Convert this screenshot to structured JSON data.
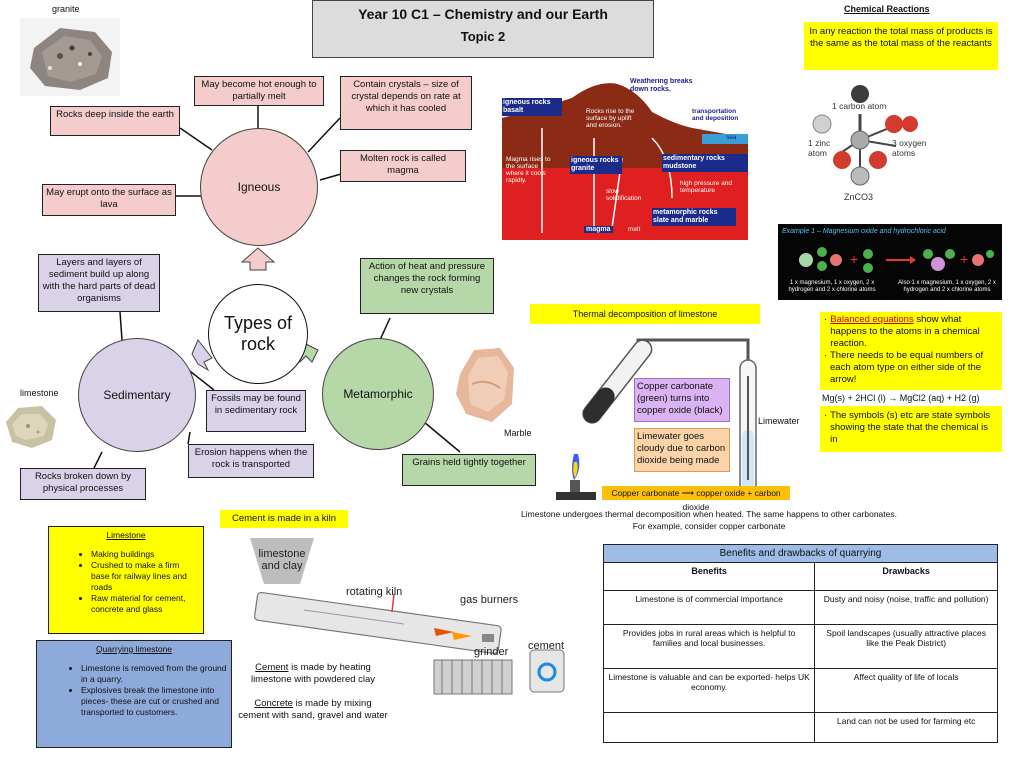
{
  "title": {
    "line1": "Year 10  C1 – Chemistry and our Earth",
    "line2": "Topic 2"
  },
  "granite_label": "granite",
  "limestone_label": "limestone",
  "marble_label": "Marble",
  "center_label": "Types of rock",
  "igneous": {
    "label": "Igneous",
    "facts": [
      "Rocks deep inside the earth",
      "May become hot enough to partially melt",
      "Contain crystals – size of crystal depends on rate at which it has cooled",
      "Molten rock is called magma",
      "May erupt onto the surface as lava"
    ]
  },
  "sedimentary": {
    "label": "Sedimentary",
    "facts": [
      "Layers and layers of sediment build up along with the hard parts of dead organisms",
      "Fossils may be found in sedimentary rock",
      "Erosion happens when the rock is transported",
      "Rocks broken down by physical processes"
    ]
  },
  "metamorphic": {
    "label": "Metamorphic",
    "facts": [
      "Action of heat and pressure changes the rock forming new crystals",
      "Grains held tightly together"
    ]
  },
  "rock_cycle": {
    "weathering": "Weathering breaks down rocks.",
    "igneous_basalt": "igneous rocks basalt",
    "rise": "Rocks rise to the surface by uplift and erosion.",
    "transport": "transportation and deposition",
    "sea": "sea",
    "magma_rises": "Magma rises to the surface where it cools rapidly.",
    "igneous_granite": "igneous rocks granite",
    "sed_mudstone": "sedimentary rocks mudstone",
    "slow": "slow solidification",
    "pressure": "high pressure and temperature",
    "meta": "metamorphic rocks slate and marble",
    "magma": "magma",
    "melt": "melt"
  },
  "chemical_reactions": {
    "heading": "Chemical Reactions",
    "mass_text": "In any reaction the total mass of products is the same as the total mass of the reactants",
    "carbon": "1 carbon atom",
    "zinc": "1 zinc atom",
    "oxygen": "3 oxygen atoms",
    "formula": "ZnCO3"
  },
  "example": {
    "title": "Example 1 – Magnesium oxide and hydrochloric acid",
    "left": "1 x magnesium, 1 x oxygen, 2 x hydrogen and 2 x chlorine atoms",
    "right": "Also 1 x magnesium, 1 x oxygen, 2 x hydrogen and 2 x chlorine atoms"
  },
  "balanced": {
    "link": "Balanced equations",
    "text1": " show what happens to the atoms in a chemical reaction.",
    "text2": "There needs to be equal numbers of each atom type on either side of the arrow!",
    "equation": "Mg(s) + 2HCl (l) → MgCl2 (aq) + H2 (g)",
    "text3": "The symbols (s) etc are state symbols showing the state that the chemical is in"
  },
  "thermal": {
    "heading": "Thermal decomposition of limestone",
    "copper": "Copper carbonate (green) turns into copper oxide (black)",
    "limewater_cloudy": "Limewater goes cloudy due to carbon dioxide being made",
    "limewater": "Limewater",
    "equation": "Copper carbonate ⟶ copper oxide + carbon dioxide",
    "caption": "Limestone undergoes thermal decomposition when heated.  The same happens to other carbonates.  For example, consider copper carbonate"
  },
  "limestone_box": {
    "heading": "Limestone",
    "items": [
      "Making buildings",
      "Crushed to make a firm base for railway lines and roads",
      "Raw material for cement, concrete and glass"
    ]
  },
  "quarrying_box": {
    "heading": "Quarrying limestone",
    "items": [
      "Limestone is removed from the ground in a quarry.",
      "Explosives break the limestone into pieces- these are cut or crushed and transported to customers."
    ]
  },
  "cement": {
    "heading": "Cement is made in a kiln",
    "limestone_clay": "limestone and clay",
    "kiln": "rotating kiln",
    "burners": "gas burners",
    "grinder": "grinder",
    "cement_word": "cement",
    "cement_def_b": "Cement",
    "cement_def": " is made by heating limestone with powdered clay",
    "concrete_def_b": "Concrete",
    "concrete_def": " is made by mixing cement with sand, gravel and water"
  },
  "quarrying_table": {
    "title": "Benefits and drawbacks of quarrying",
    "headers": [
      "Benefits",
      "Drawbacks"
    ],
    "rows": [
      [
        "Limestone is of commercial importance",
        "Dusty and noisy (noise, traffic and pollution)"
      ],
      [
        "Provides jobs in rural areas which is helpful to families and local businesses.",
        "Spoil landscapes (usually attractive places like the Peak District)"
      ],
      [
        "Limestone is valuable and can be exported- helps UK economy.",
        "Affect quality of life of locals"
      ],
      [
        "",
        "Land can not be used for farming etc"
      ]
    ]
  }
}
